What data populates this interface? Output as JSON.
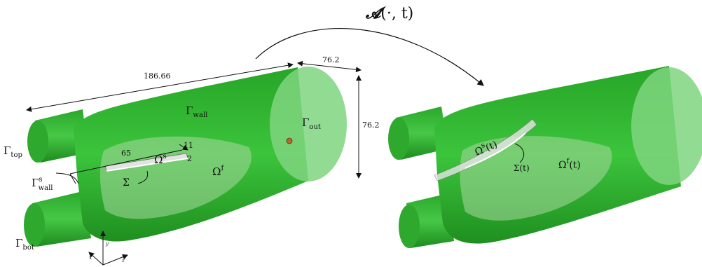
{
  "map_label": {
    "main": "𝓐",
    "args": "(·, t)"
  },
  "dimensions": {
    "length": "186.66",
    "diameter": "76.2",
    "height": "76.2",
    "plate_length": "65",
    "plate_width": "11",
    "plate_thickness": "2"
  },
  "left": {
    "gamma_wall": {
      "main": "Γ",
      "sub": "wall"
    },
    "gamma_out": {
      "main": "Γ",
      "sub": "out"
    },
    "gamma_top": {
      "main": "Γ",
      "sub": "top"
    },
    "gamma_bot": {
      "main": "Γ",
      "sub": "bot"
    },
    "gamma_wall_s": {
      "main": "Γ",
      "sub": "wall",
      "sup": "s"
    },
    "omega_s": {
      "main": "Ω",
      "sup": "s"
    },
    "omega_f": {
      "main": "Ω",
      "sup": "f"
    },
    "sigma": "Σ"
  },
  "right": {
    "omega_s_t": {
      "main": "Ω",
      "sup": "s",
      "args": "(t)"
    },
    "sigma_t": "Σ(t)",
    "omega_f_t": {
      "main": "Ω",
      "sup": "f",
      "args": "(t)"
    }
  },
  "axes": {
    "x": "x",
    "y": "y",
    "z": "z"
  },
  "colors": {
    "body": "#2fb52f",
    "body_dark": "#1f8f1f",
    "outlet": "#7fd57f",
    "inner": "#a9d9a1",
    "plate": "#d8d8d8",
    "dot": "#b56b2c"
  }
}
